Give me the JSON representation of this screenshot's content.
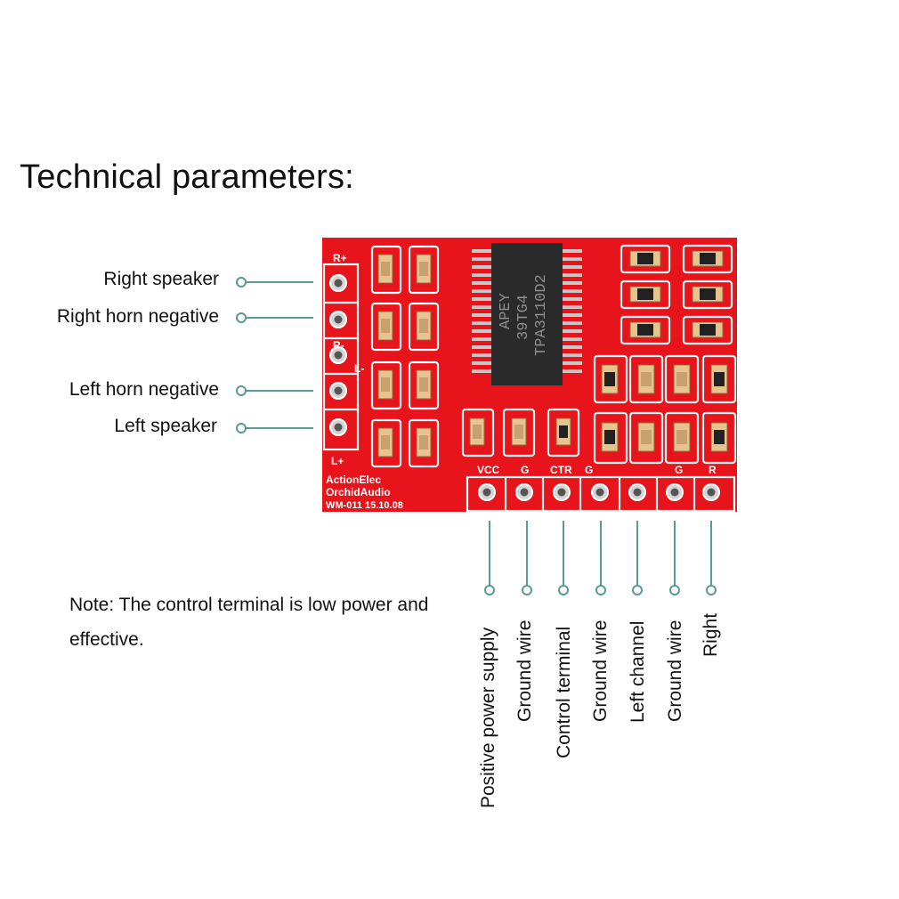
{
  "title": "Technical parameters:",
  "note": "Note: The control terminal is low power and effective.",
  "left_pins": [
    {
      "label": "Right speaker"
    },
    {
      "label": "Right horn negative"
    },
    {
      "label": "Left horn negative"
    },
    {
      "label": "Left speaker"
    }
  ],
  "bottom_pins": [
    {
      "label": "Positive power supply"
    },
    {
      "label": "Ground wire"
    },
    {
      "label": "Control terminal"
    },
    {
      "label": "Ground wire"
    },
    {
      "label": "Left channel"
    },
    {
      "label": "Ground wire"
    },
    {
      "label": "Right"
    }
  ],
  "board": {
    "chip_marking": [
      "TPA3110D2",
      "39TG4",
      "APEY"
    ],
    "silkscreen_left": [
      "R+",
      "R-",
      "L-",
      "L+"
    ],
    "silkscreen_bottom": [
      "VCC",
      "G",
      "CTR",
      "G",
      "G",
      "R"
    ],
    "maker_text": [
      "ActionElec",
      "OrchidAudio",
      "WM-011 15.10.08"
    ],
    "pcb_color": "#e8141c",
    "line_color": "#5a9a95"
  }
}
